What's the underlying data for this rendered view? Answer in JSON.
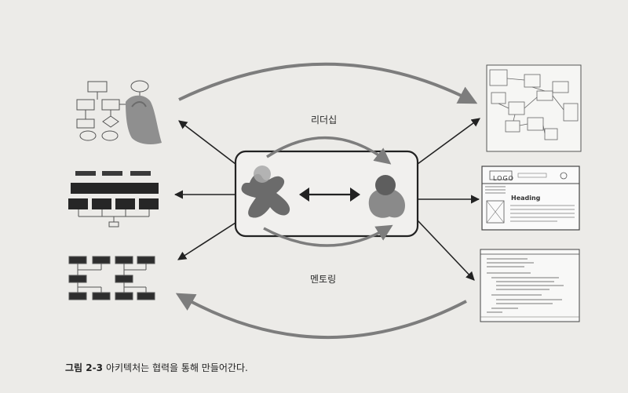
{
  "labels": {
    "leadership": "리더십",
    "mentoring": "멘토링"
  },
  "caption": {
    "figure_number": "그림 2-3",
    "text": "아키텍처는 협력을 통해 만들어간다."
  },
  "wireframe": {
    "logo_text": "LOGO",
    "heading_text": "Heading"
  },
  "icons": {
    "left_group": [
      "flowchart-drawing-icon",
      "architecture-block-diagram-icon",
      "component-tree-diagram-icon"
    ],
    "right_group": [
      "uml-class-diagram-icon",
      "web-wireframe-icon",
      "code-editor-icon"
    ],
    "center": [
      "architect-person-icon",
      "team-member-person-icon",
      "bidirectional-arrow-icon"
    ]
  },
  "colors": {
    "background": "#ecebe8",
    "architect_fill": "#6b6b6b",
    "architect_head": "#a8a8a8",
    "member_fill": "#8a8a8a",
    "member_head": "#5e5e5e",
    "stroke": "#222222",
    "curve": "#7d7d7d"
  }
}
